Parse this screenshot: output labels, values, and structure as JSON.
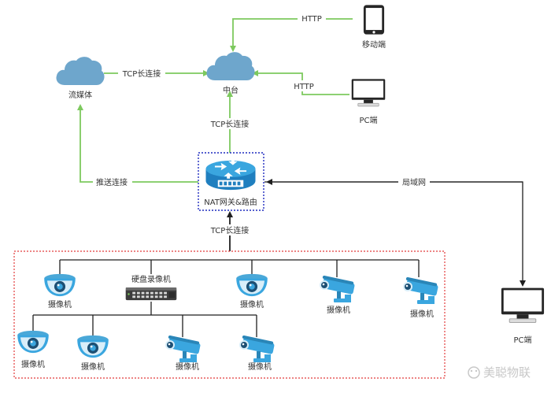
{
  "nodes": {
    "mobile": "移动端",
    "pc_top": "PC端",
    "pc_right": "PC端",
    "streaming": "流媒体",
    "platform": "中台",
    "router": "NAT网关&路由",
    "nvr": "硬盘录像机",
    "camera": "摄像机"
  },
  "edges": {
    "http_mobile": "HTTP",
    "http_pc": "HTTP",
    "tcp_stream": "TCP长连接",
    "tcp_router_platform": "TCP长连接",
    "push": "推送连接",
    "lan": "局域网",
    "tcp_lan": "TCP长连接"
  },
  "watermark": "美聪物联",
  "colors": {
    "green": "#7dc95e",
    "black": "#1f1f1f",
    "blue_dotted": "#1f2bbf",
    "red_dotted": "#e23b3b",
    "cloud": "#6ea6cc",
    "camera": "#3aa6df"
  }
}
